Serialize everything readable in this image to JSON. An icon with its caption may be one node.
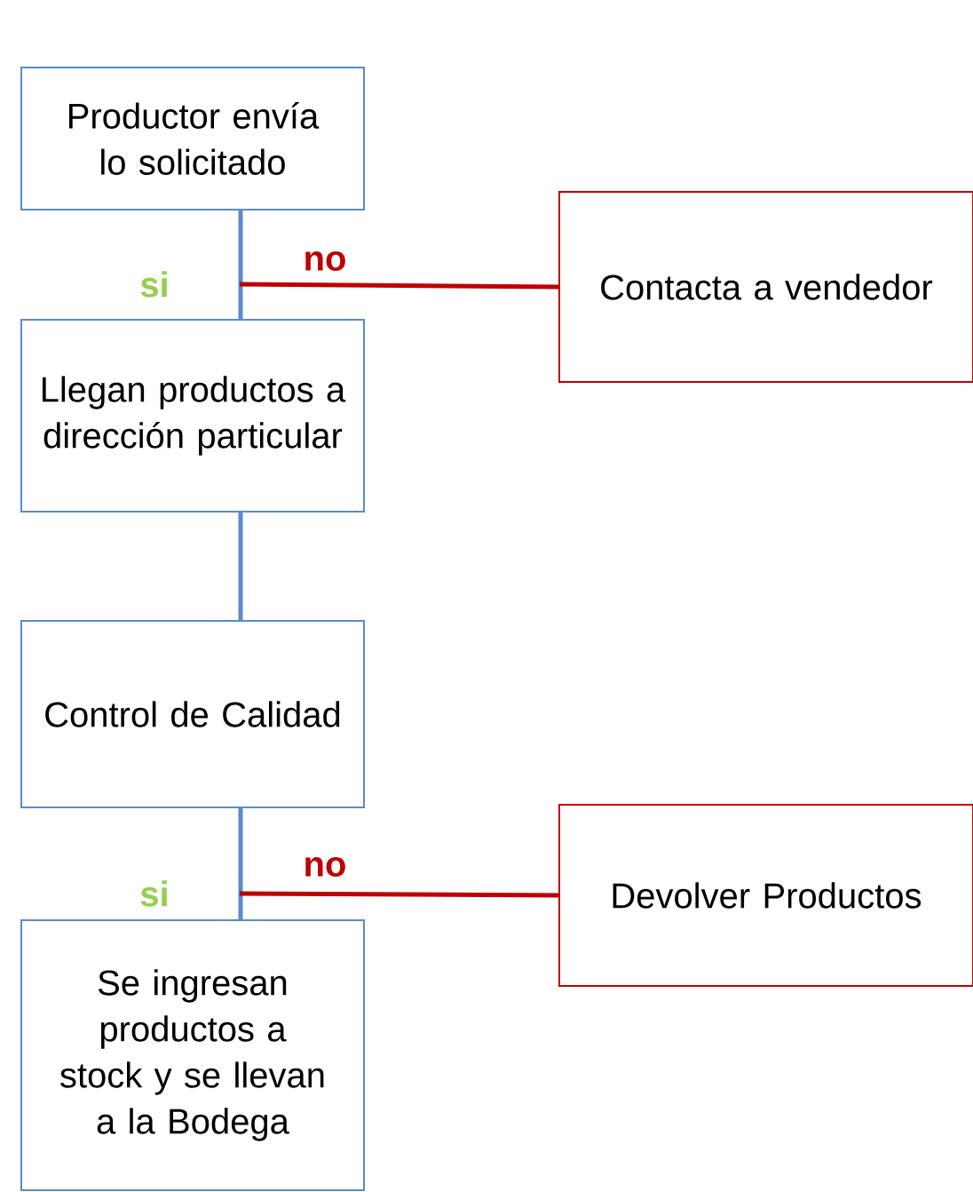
{
  "diagram": {
    "nodes": [
      {
        "text": [
          "Productor envía lo solicitado"
        ]
      },
      {
        "text": [
          "Llegan productos a dirección particular"
        ]
      },
      {
        "text": [
          "Control de Calidad"
        ]
      },
      {
        "text": [
          "Se ingresan productos a stock y se llevan a la Bodega"
        ]
      },
      {
        "text": [
          "Contacta a vendedor"
        ]
      },
      {
        "text": [
          "Devolver Productos"
        ]
      }
    ],
    "edges": [
      {
        "from": 0,
        "to": 1,
        "arrow": "none",
        "label": "si"
      },
      {
        "from": null,
        "to": 4,
        "arrow": "none",
        "label": "no",
        "color": "#c00000"
      },
      {
        "from": 1,
        "to": 2,
        "arrow": "none"
      },
      {
        "from": 2,
        "to": 3,
        "arrow": "none",
        "label": "si"
      },
      {
        "from": null,
        "to": 5,
        "arrow": "none",
        "label": "no",
        "color": "#c00000"
      }
    ]
  }
}
